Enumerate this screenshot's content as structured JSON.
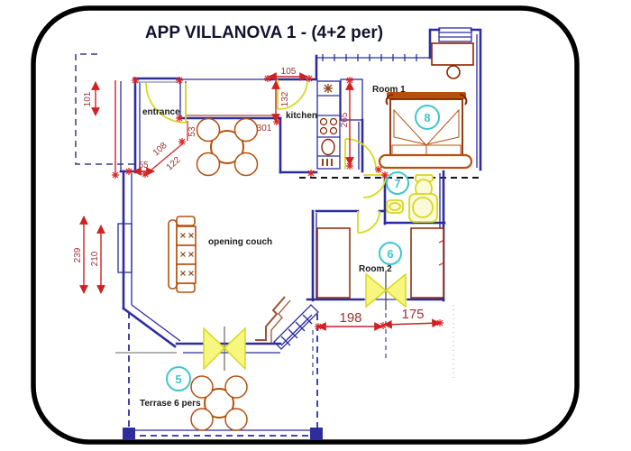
{
  "title": "APP VILLANOVA 1 - (4+2 per)",
  "labels": {
    "entrance": "entrance",
    "kitchen": "kitchen",
    "room1": "Room 1",
    "room2": "Room 2",
    "opening_couch": "opening couch",
    "terrace": "Terrase 6 pers"
  },
  "unit_markers": {
    "terrace": "5",
    "room2": "6",
    "bathroom": "7",
    "room1": "8"
  },
  "dimensions_cm": {
    "entry_width": "101",
    "wall_jog": "55",
    "diag_outer": "108",
    "diag_inner": "122",
    "niche": "53",
    "dining_wall": "301",
    "kitchen_window": "105",
    "kitchen_entry": "132",
    "room1_depth": "265",
    "living_outer": "239",
    "living_inner": "210",
    "span_left": "198",
    "span_right": "175"
  },
  "colors": {
    "frame": "#000000",
    "wall": "#2d2d9e",
    "wall2": "#9aa0b8",
    "dim": "#cc2222",
    "dimtext": "#9c3434",
    "furniture": "#b5500f",
    "furnituredark": "#8b2500",
    "fixture": "#d8d820",
    "fixturefill": "#fbf9d8",
    "marker": "#3fc6cb",
    "labelcol": "#1a1a1a",
    "titlecol": "#12122e",
    "dashcol": "#3a3a85"
  }
}
